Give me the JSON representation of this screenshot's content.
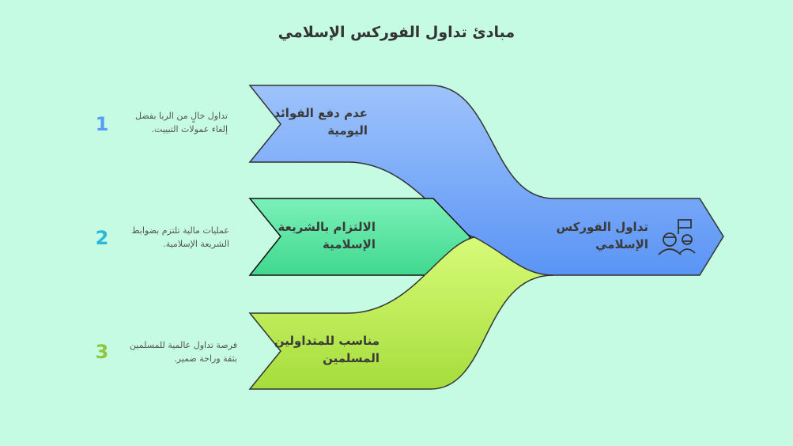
{
  "title": "مبادئ تداول الفوركس الإسلامي",
  "center": {
    "label": "تداول الفوركس الإسلامي",
    "icon": "people-flag-icon"
  },
  "items": [
    {
      "number": "1",
      "label": "عدم دفع الفوائد اليومية",
      "description": "تداول خالٍ من الربا بفضل إلغاء عمولات التبييت.",
      "color": "#5b9bf8"
    },
    {
      "number": "2",
      "label": "الالتزام بالشريعة الإسلامية",
      "description": "عمليات مالية تلتزم بضوابط الشريعة الإسلامية.",
      "color": "#2bb7d9"
    },
    {
      "number": "3",
      "label": "مناسب للمتداولين المسلمين",
      "description": "فرصة تداول عالمية للمسلمين بثقة وراحة ضمير.",
      "color": "#8dc63f"
    }
  ]
}
